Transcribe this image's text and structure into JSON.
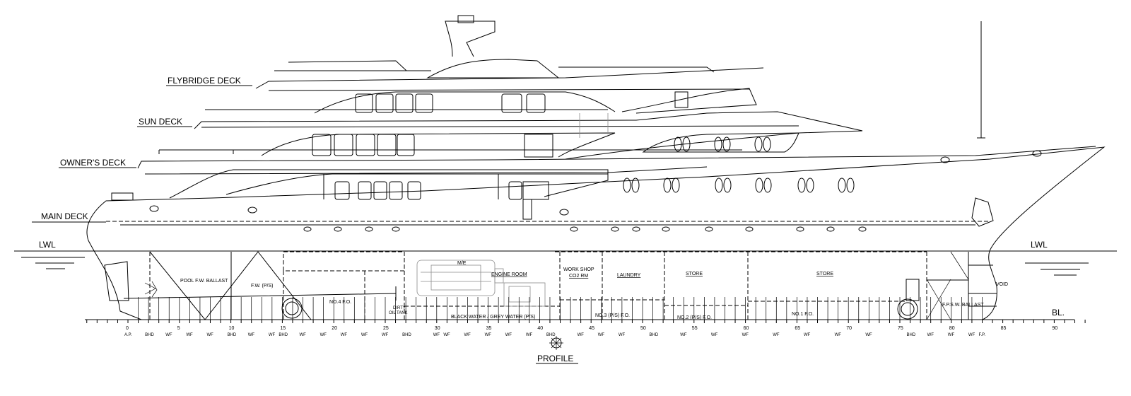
{
  "deck_labels": {
    "flybridge": "FLYBRIDGE DECK",
    "sun": "SUN DECK",
    "owners": "OWNER'S DECK",
    "main": "MAIN DECK"
  },
  "waterline": {
    "left": "LWL",
    "right": "LWL",
    "baseline": "BL."
  },
  "title": "PROFILE",
  "compartments": {
    "pool_fw_ballast": "POOL F.W. BALLAST",
    "fw_ps": "F.W. (P/S)",
    "no4_fo": "NO.4 F.O.",
    "dirty_oil_1": "DIRTY",
    "dirty_oil_2": "OIL TANK",
    "main_engine": "M/E",
    "engine_room": "ENGINE ROOM",
    "black_grey": "BLACK WATER / GREY WATER (P/S)",
    "workshop": "WORK SHOP",
    "co2": "CO2 RM",
    "laundry": "LAUNDRY",
    "no3_fo": "NO.3 (P/S) F.O.",
    "store_1": "STORE",
    "no2_fo": "NO.2 (P/S) F.O.",
    "store_2": "STORE",
    "no1_fo": "NO.1 F.O.",
    "fp_sw_ballast": "F.P.S.W. BALLAST",
    "void": "VOID"
  },
  "frame_scale": {
    "numbers": [
      0,
      5,
      10,
      15,
      20,
      25,
      30,
      35,
      40,
      45,
      50,
      55,
      60,
      65,
      70,
      75,
      80,
      85,
      90
    ],
    "first_frame": -4,
    "last_frame": 93
  },
  "bottom_labels": [
    {
      "text": "A.P.",
      "frame": 0
    },
    {
      "text": "BHD",
      "frame": 2
    },
    {
      "text": "WF",
      "frame": 4
    },
    {
      "text": "WF",
      "frame": 6
    },
    {
      "text": "WF",
      "frame": 8
    },
    {
      "text": "BHD",
      "frame": 10
    },
    {
      "text": "WF",
      "frame": 12
    },
    {
      "text": "WF",
      "frame": 14
    },
    {
      "text": "BHD",
      "frame": 15
    },
    {
      "text": "WF",
      "frame": 17
    },
    {
      "text": "WF",
      "frame": 19
    },
    {
      "text": "WF",
      "frame": 21
    },
    {
      "text": "WF",
      "frame": 23
    },
    {
      "text": "WF",
      "frame": 25
    },
    {
      "text": "BHD",
      "frame": 27
    },
    {
      "text": "WF",
      "frame": 30
    },
    {
      "text": "WF",
      "frame": 31
    },
    {
      "text": "WF",
      "frame": 33
    },
    {
      "text": "WF",
      "frame": 35
    },
    {
      "text": "WF",
      "frame": 37
    },
    {
      "text": "WF",
      "frame": 39
    },
    {
      "text": "BHD",
      "frame": 41
    },
    {
      "text": "WF",
      "frame": 44
    },
    {
      "text": "WF",
      "frame": 46
    },
    {
      "text": "WF",
      "frame": 48
    },
    {
      "text": "BHD",
      "frame": 51
    },
    {
      "text": "WF",
      "frame": 54
    },
    {
      "text": "WF",
      "frame": 57
    },
    {
      "text": "WF",
      "frame": 60
    },
    {
      "text": "WF",
      "frame": 63
    },
    {
      "text": "WF",
      "frame": 66
    },
    {
      "text": "WF",
      "frame": 69
    },
    {
      "text": "WF",
      "frame": 72
    },
    {
      "text": "BHD",
      "frame": 76
    },
    {
      "text": "WF",
      "frame": 78
    },
    {
      "text": "WF",
      "frame": 80
    },
    {
      "text": "WF",
      "frame": 82
    },
    {
      "text": "F.P.",
      "frame": 83
    }
  ]
}
